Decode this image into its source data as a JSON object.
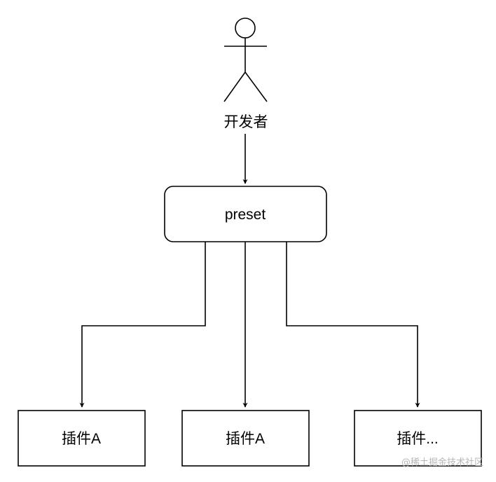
{
  "actor": {
    "label": "开发者",
    "icon": "stick-figure-icon"
  },
  "preset": {
    "label": "preset"
  },
  "plugins": [
    {
      "label": "插件A"
    },
    {
      "label": "插件A"
    },
    {
      "label": "插件..."
    }
  ],
  "watermark": "@稀土掘金技术社区",
  "colors": {
    "stroke": "#000000",
    "background": "#ffffff",
    "watermark": "#b7b7b7"
  }
}
